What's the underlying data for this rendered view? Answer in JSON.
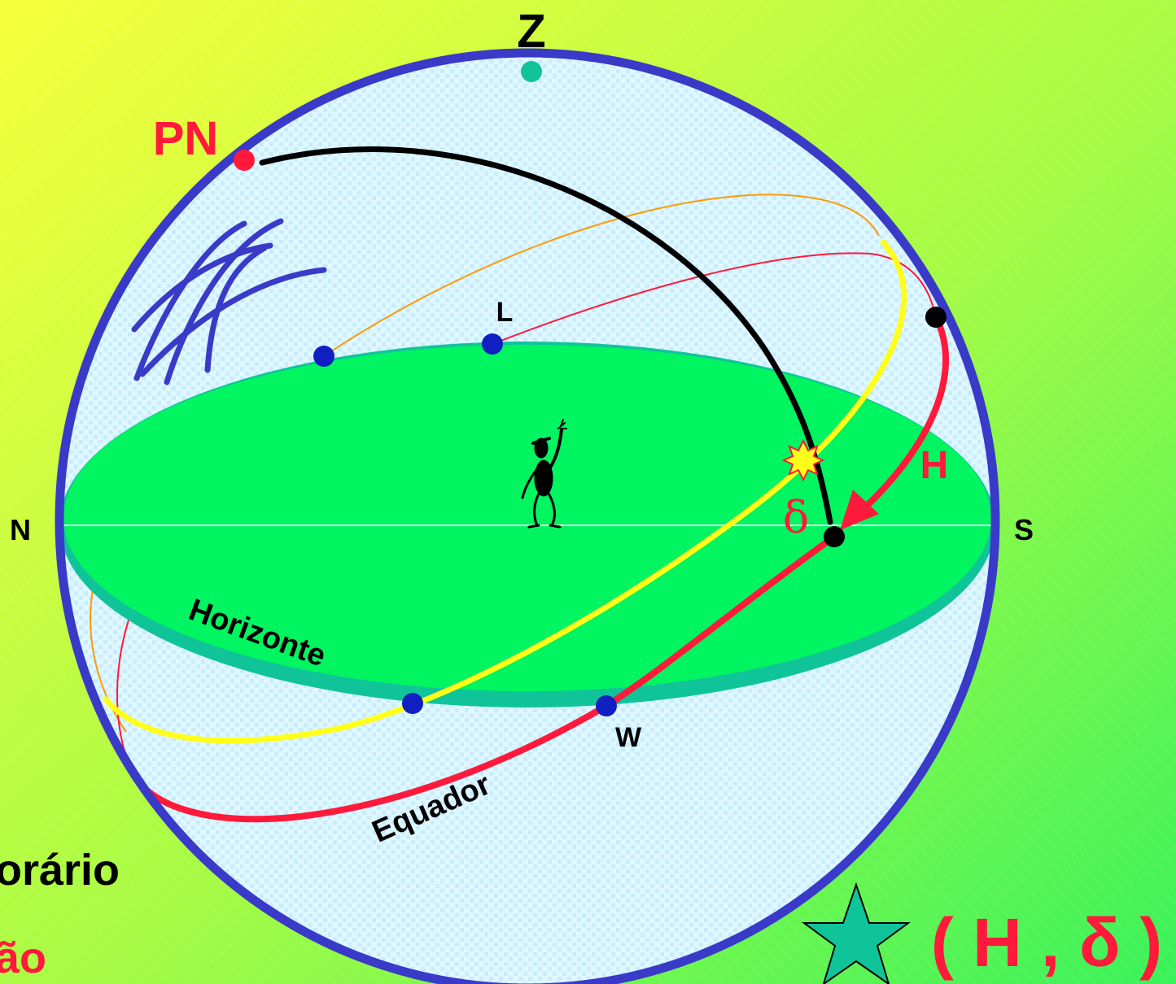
{
  "labels": {
    "zenith": "Z",
    "north_pole": "PN",
    "north": "N",
    "south": "S",
    "east": "L",
    "west": "W",
    "hour_angle": "H",
    "declination": "δ",
    "horizon": "Horizonte",
    "equator": "Equador",
    "partial_line_1": "orário",
    "partial_line_2": "ão",
    "coordinates": "( H , δ )"
  },
  "colors": {
    "background_top_left": "#f6ff3a",
    "background_bottom_right": "#39f25a",
    "sphere_outline": "#3a3ac8",
    "sphere_fill": "#d7f4ff",
    "horizon_plane": "#00f560",
    "horizon_rim": "#10c49a",
    "meridian_arc": "#000000",
    "equator": "#ff1a3c",
    "star_circle": "#ffff1a",
    "thin_orange": "#ff9a00",
    "pole_point": "#ff1a3c",
    "zenith_point": "#10c49a",
    "cardinal_points": "#1020c0",
    "label_red": "#ff1a3c",
    "label_black": "#000000",
    "star_shape": "#10c49a"
  },
  "icons": {
    "sun": "sun-icon",
    "observer": "person-icon",
    "star": "star-icon",
    "sky_grid": "grid-sketch-icon"
  }
}
